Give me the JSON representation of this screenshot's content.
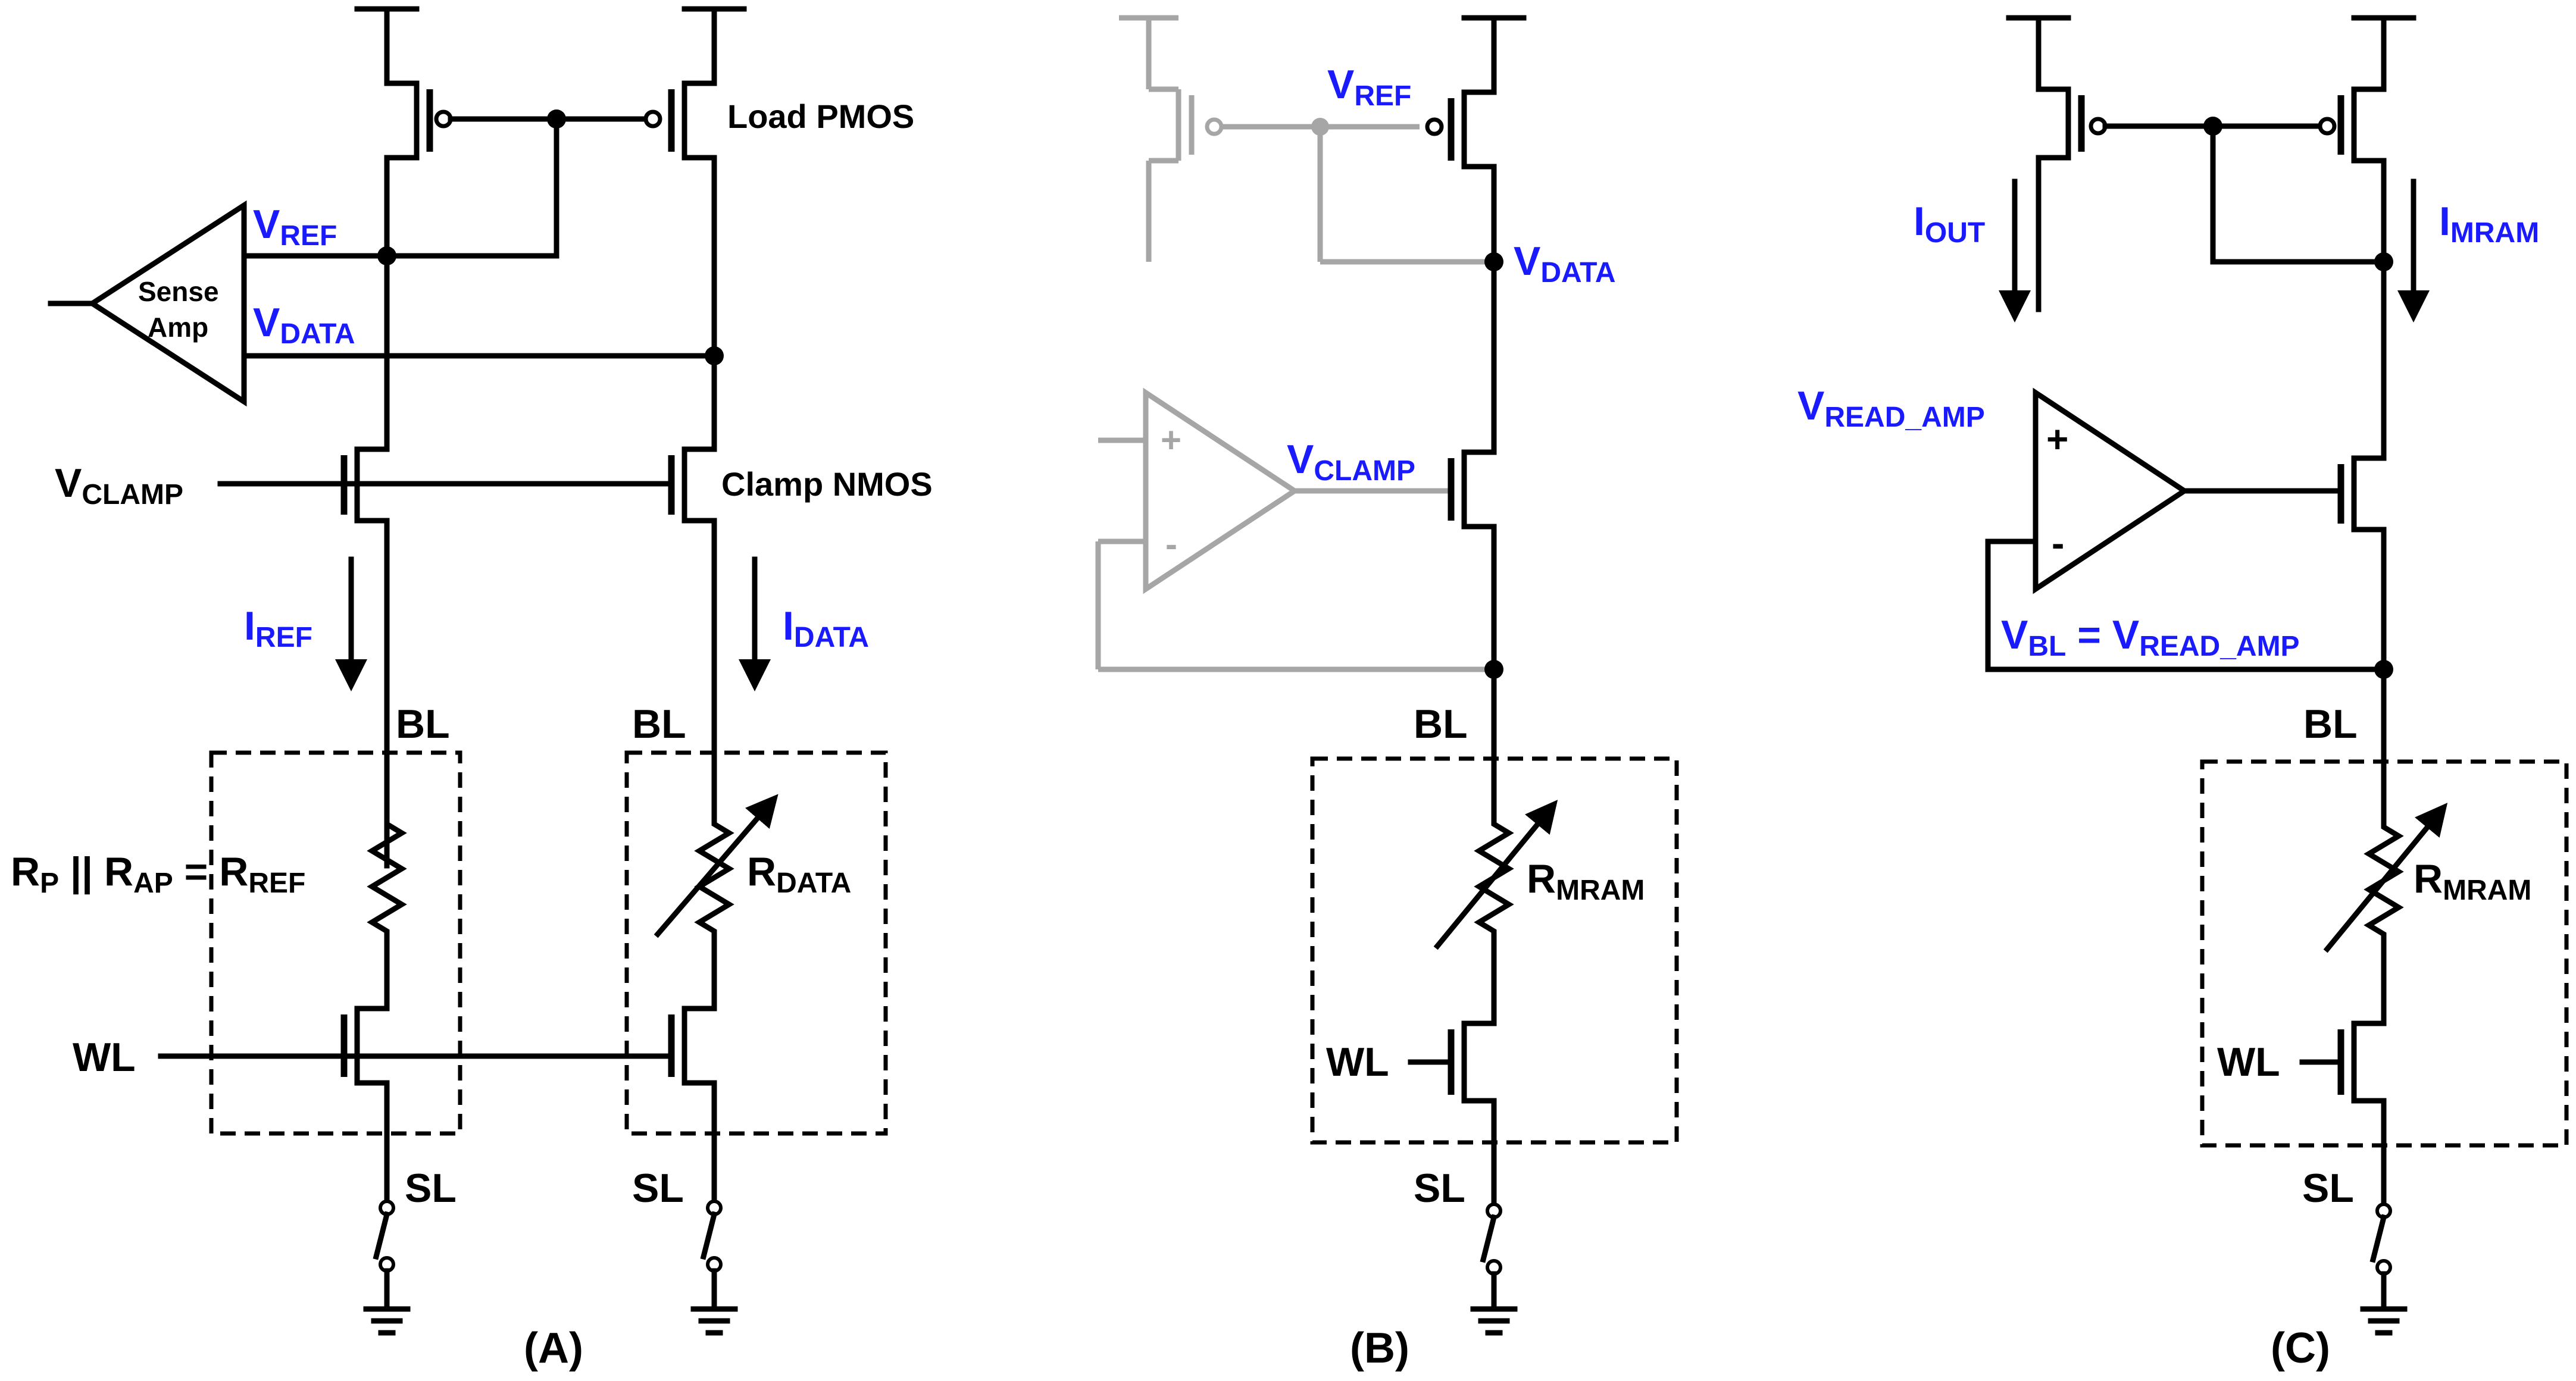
{
  "colors": {
    "wire": "#000000",
    "label_blue": "#1a1aff",
    "dimmed": "#a6a6a6"
  },
  "panel_a": {
    "caption": "(A)",
    "load_pmos": "Load PMOS",
    "clamp_nmos": "Clamp NMOS",
    "sense_amp_line1": "Sense",
    "sense_amp_line2": "Amp",
    "vref": {
      "main": "V",
      "sub": "REF"
    },
    "vdata": {
      "main": "V",
      "sub": "DATA"
    },
    "vclamp": {
      "main": "V",
      "sub": "CLAMP"
    },
    "iref": {
      "main": "I",
      "sub": "REF"
    },
    "idata": {
      "main": "I",
      "sub": "DATA"
    },
    "bl_left": "BL",
    "bl_right": "BL",
    "rref_eq": {
      "rp": "R",
      "rp_sub": "P",
      "par": " || ",
      "rap": "R",
      "rap_sub": "AP",
      "eq": " = ",
      "rref": "R",
      "rref_sub": "REF"
    },
    "rdata": {
      "main": "R",
      "sub": "DATA"
    },
    "wl": "WL",
    "sl_left": "SL",
    "sl_right": "SL"
  },
  "panel_b": {
    "caption": "(B)",
    "vref": {
      "main": "V",
      "sub": "REF"
    },
    "vdata": {
      "main": "V",
      "sub": "DATA"
    },
    "vclamp": {
      "main": "V",
      "sub": "CLAMP"
    },
    "opamp_plus": "+",
    "opamp_minus": "-",
    "bl": "BL",
    "rmram": {
      "main": "R",
      "sub": "MRAM"
    },
    "wl": "WL",
    "sl": "SL"
  },
  "panel_c": {
    "caption": "(C)",
    "iout": {
      "main": "I",
      "sub": "OUT"
    },
    "imram": {
      "main": "I",
      "sub": "MRAM"
    },
    "vread_amp": {
      "main": "V",
      "sub": "READ_AMP"
    },
    "opamp_plus": "+",
    "opamp_minus": "-",
    "vbl_eq": {
      "main": "V",
      "sub": "BL",
      "eq": " = ",
      "main2": "V",
      "sub2": "READ_AMP"
    },
    "bl": "BL",
    "rmram": {
      "main": "R",
      "sub": "MRAM"
    },
    "wl": "WL",
    "sl": "SL"
  }
}
